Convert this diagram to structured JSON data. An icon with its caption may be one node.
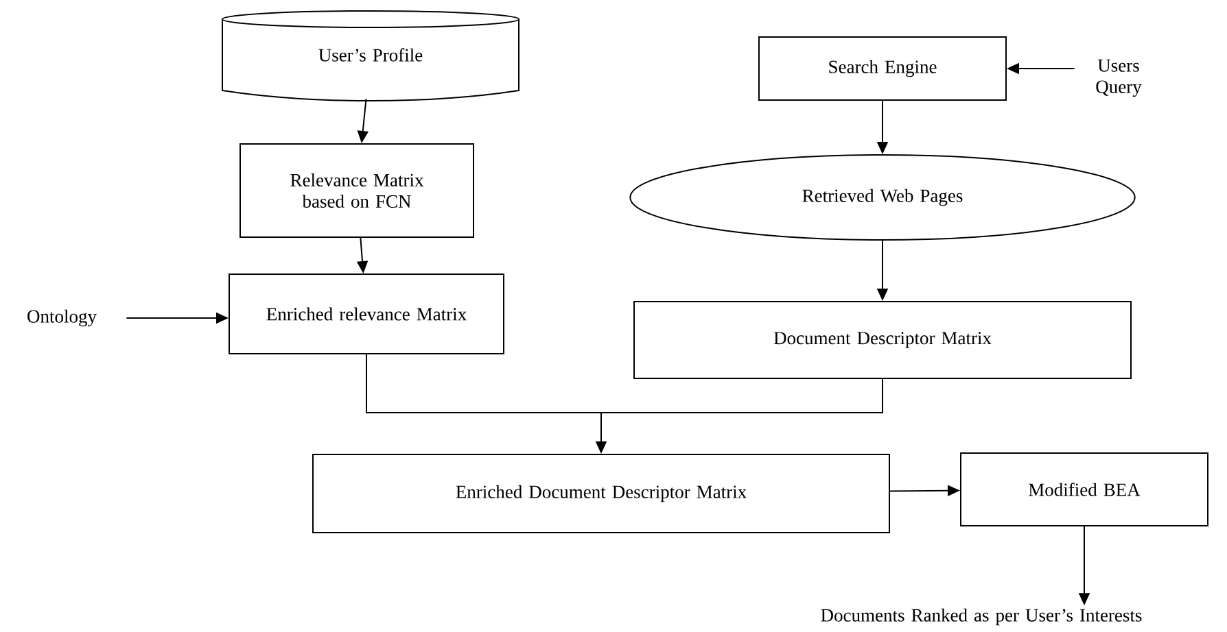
{
  "diagram": {
    "nodes": [
      {
        "text": [
          "User’s Profile"
        ]
      },
      {
        "text": [
          "Relevance Matrix based on FCN"
        ]
      },
      {
        "text": [
          "Ontology"
        ]
      },
      {
        "text": [
          "Enriched relevance Matrix"
        ]
      },
      {
        "text": [
          "Search Engine"
        ]
      },
      {
        "text": [
          "Users Query"
        ]
      },
      {
        "text": [
          "Retrieved Web Pages"
        ]
      },
      {
        "text": [
          "Document Descriptor Matrix"
        ]
      },
      {
        "text": [
          "Enriched Document Descriptor Matrix"
        ]
      },
      {
        "text": [
          "Modified BEA"
        ]
      },
      {
        "text": [
          "Documents Ranked as per User’s Interests"
        ]
      }
    ],
    "edges": [
      {
        "from": 0,
        "to": 1,
        "arrow": "to"
      },
      {
        "from": 1,
        "to": 3,
        "arrow": "to"
      },
      {
        "from": 2,
        "to": 3,
        "arrow": "to"
      },
      {
        "from": 5,
        "to": 4,
        "arrow": "to"
      },
      {
        "from": 4,
        "to": 6,
        "arrow": "to"
      },
      {
        "from": 6,
        "to": 7,
        "arrow": "to"
      },
      {
        "from": 3,
        "to": 8,
        "arrow": "to"
      },
      {
        "from": 7,
        "to": 8,
        "arrow": "to"
      },
      {
        "from": 8,
        "to": 9,
        "arrow": "to"
      },
      {
        "from": 9,
        "to": 10,
        "arrow": "to"
      }
    ]
  }
}
